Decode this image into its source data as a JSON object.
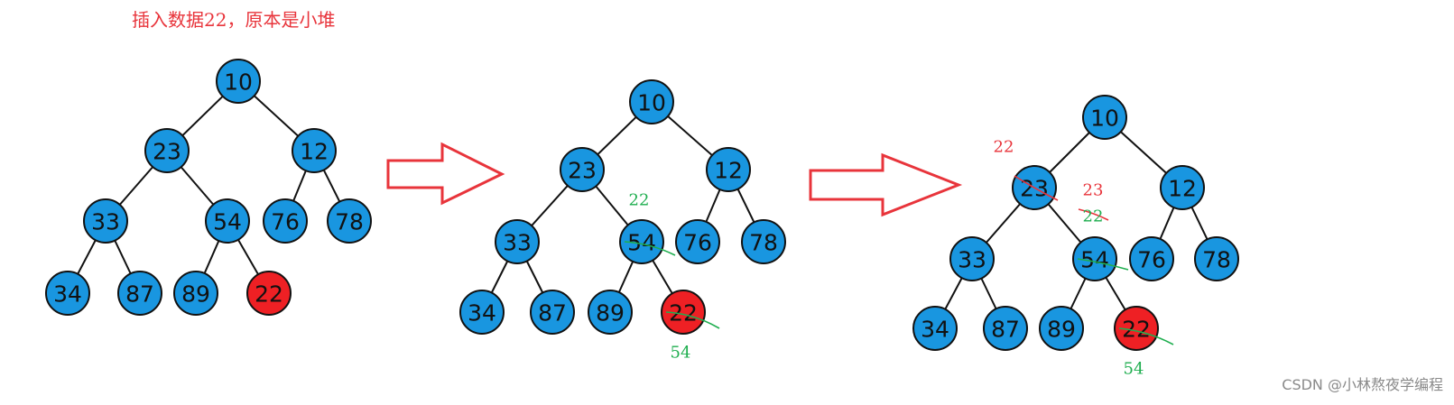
{
  "title": "插入数据22，原本是小堆",
  "watermark": "CSDN @小林熬夜学编程",
  "colors": {
    "node_fill": "#1996e0",
    "highlight_fill": "#ee2024",
    "arrow": "#e8343b",
    "note_red": "#e8343b",
    "note_green": "#1fae4f"
  },
  "trees": [
    {
      "name": "step-1",
      "nodes": [
        "10",
        "23",
        "12",
        "33",
        "54",
        "76",
        "78",
        "34",
        "87",
        "89",
        "22"
      ],
      "highlight": [
        10
      ],
      "annotations": []
    },
    {
      "name": "step-2",
      "nodes": [
        "10",
        "23",
        "12",
        "33",
        "54",
        "76",
        "78",
        "34",
        "87",
        "89",
        "22"
      ],
      "highlight": [
        10
      ],
      "annotations": [
        {
          "text": "22",
          "color": "green"
        },
        {
          "text": "54",
          "color": "green"
        }
      ]
    },
    {
      "name": "step-3",
      "nodes": [
        "10",
        "23",
        "12",
        "33",
        "54",
        "76",
        "78",
        "34",
        "87",
        "89",
        "22"
      ],
      "highlight": [
        10
      ],
      "annotations": [
        {
          "text": "22",
          "color": "red"
        },
        {
          "text": "23",
          "color": "red"
        },
        {
          "text": "22",
          "color": "green"
        },
        {
          "text": "54",
          "color": "green"
        }
      ]
    }
  ]
}
